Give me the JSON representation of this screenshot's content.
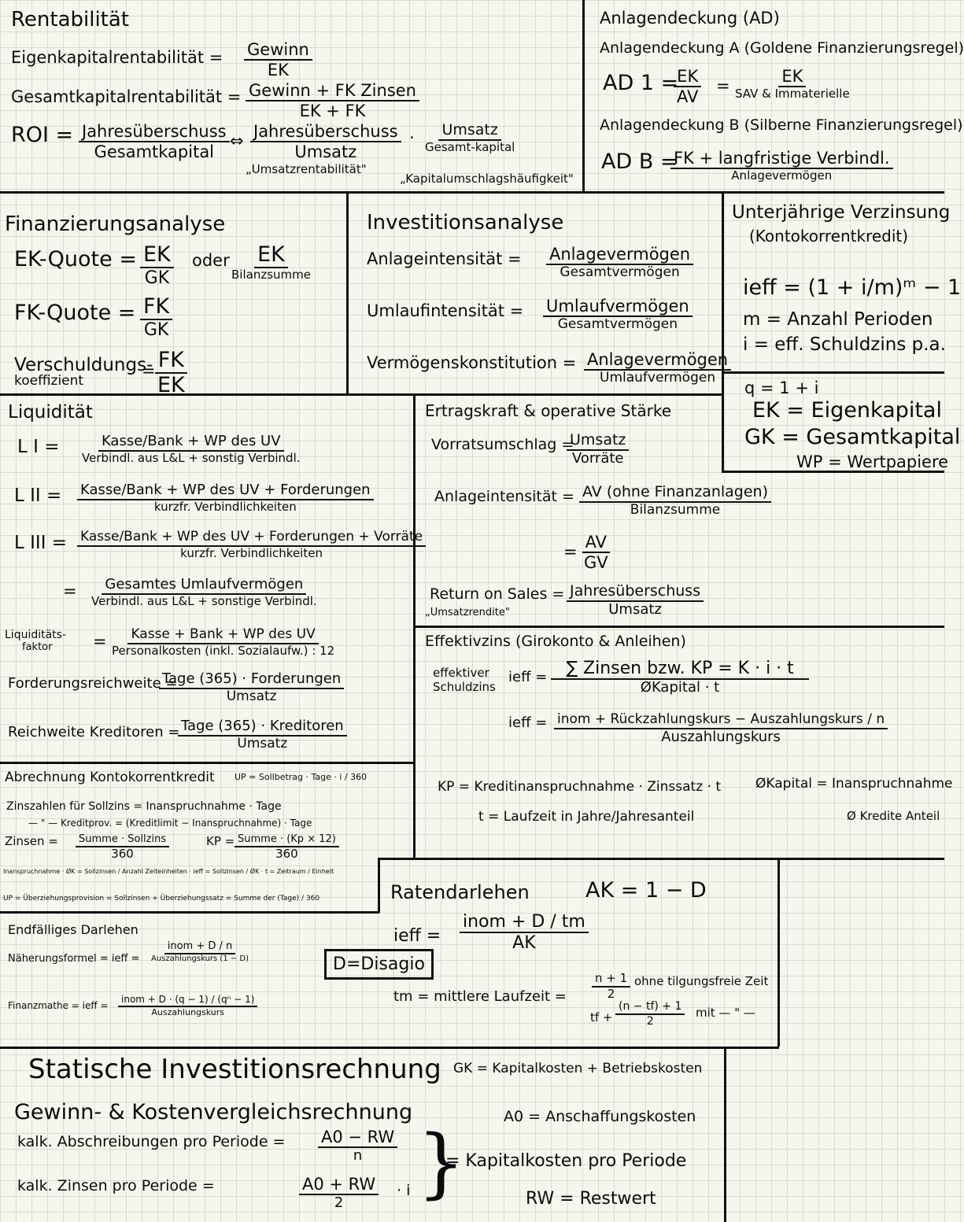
{
  "rentabilitaet": {
    "title": "Rentabilität",
    "ek_label": "Eigenkapitalrentabilität =",
    "ek_num": "Gewinn",
    "ek_den": "EK",
    "gk_label": "Gesamtkapitalrentabilität =",
    "gk_num": "Gewinn + FK Zinsen",
    "gk_den": "EK + FK",
    "roi_label": "ROI =",
    "roi_num": "Jahresüberschuss",
    "roi_den": "Gesamtkapital",
    "roi_equiv": "⇔",
    "roi_num2": "Jahresüberschuss",
    "roi_den2": "Umsatz",
    "roi_dot": "·",
    "roi_num3": "Umsatz",
    "roi_den3": "Gesamt-kapital",
    "umsatzrentabilitaet": "„Umsatzrentabilität\"",
    "kapitalumschlag": "„Kapitalumschlagshäufigkeit\""
  },
  "anlagendeckung": {
    "title": "Anlagendeckung (AD)",
    "a_label": "Anlagendeckung A (Goldene Finanzierungsregel)",
    "ad1_label": "AD 1 =",
    "ad1_num": "EK",
    "ad1_den": "AV",
    "ad1_eq": "=",
    "ad1_num2": "EK",
    "ad1_den2": "SAV & Immaterielle",
    "b_label": "Anlagendeckung B (Silberne Finanzierungsregel)",
    "adb_label": "AD B =",
    "adb_num": "FK + langfristige Verbindl.",
    "adb_den": "Anlagevermögen"
  },
  "finanzierung": {
    "title": "Finanzierungsanalyse",
    "ekq_label": "EK-Quote =",
    "ekq_num": "EK",
    "ekq_den": "GK",
    "ekq_oder": "oder",
    "ekq_num2": "EK",
    "ekq_den2": "Bilanzsumme",
    "fkq_label": "FK-Quote =",
    "fkq_num": "FK",
    "fkq_den": "GK",
    "vk_label": "Verschuldungs-",
    "vk_label2": "koeffizient",
    "vk_eq": "=",
    "vk_num": "FK",
    "vk_den": "EK"
  },
  "investition": {
    "title": "Investitionsanalyse",
    "ai_label": "Anlageintensität =",
    "ai_num": "Anlagevermögen",
    "ai_den": "Gesamtvermögen",
    "ui_label": "Umlaufintensität =",
    "ui_num": "Umlaufvermögen",
    "ui_den": "Gesamtvermögen",
    "vk_label": "Vermögenskonstitution =",
    "vk_num": "Anlagevermögen",
    "vk_den": "Umlaufvermögen"
  },
  "verzinsung": {
    "title": "Unterjährige Verzinsung",
    "subtitle": "(Kontokorrentkredit)",
    "formula": "ieff = (1 + i/m)ᵐ − 1",
    "m_def": "m = Anzahl Perioden",
    "i_def": "i = eff. Schuldzins p.a."
  },
  "abkuerzungen": {
    "q": "q = 1 + i",
    "ek": "EK = Eigenkapital",
    "gk": "GK = Gesamtkapital",
    "wp": "WP = Wertpapiere"
  },
  "liquiditaet": {
    "title": "Liquidität",
    "l1_label": "L I =",
    "l1_num": "Kasse/Bank + WP des UV",
    "l1_den": "Verbindl. aus L&L + sonstig Verbindl.",
    "l2_label": "L II =",
    "l2_num": "Kasse/Bank + WP des UV + Forderungen",
    "l2_den": "kurzfr. Verbindlichkeiten",
    "l3_label": "L III =",
    "l3_num": "Kasse/Bank + WP des UV + Forderungen + Vorräte",
    "l3_den": "kurzfr. Verbindlichkeiten",
    "l3b_label": "=",
    "l3b_num": "Gesamtes Umlaufvermögen",
    "l3b_den": "Verbindl. aus L&L + sonstige Verbindl.",
    "lf_label": "Liquiditäts-",
    "lf_label2": "faktor",
    "lf_eq": "=",
    "lf_num": "Kasse + Bank + WP des UV",
    "lf_den": "Personalkosten (inkl. Sozialaufw.) : 12",
    "fr_label": "Forderungsreichweite =",
    "fr_num": "Tage (365) · Forderungen",
    "fr_den": "Umsatz",
    "rk_label": "Reichweite Kreditoren =",
    "rk_num": "Tage (365) · Kreditoren",
    "rk_den": "Umsatz"
  },
  "ertragskraft": {
    "title": "Ertragskraft & operative Stärke",
    "vu_label": "Vorratsumschlag =",
    "vu_num": "Umsatz",
    "vu_den": "Vorräte",
    "ai_label": "Anlageintensität =",
    "ai_num": "AV (ohne Finanzanlagen)",
    "ai_den": "Bilanzsumme",
    "ai_eq": "=",
    "ai_num2": "AV",
    "ai_den2": "GV",
    "ros_label": "Return on Sales =",
    "ros_label2": "„Umsatzrendite\"",
    "ros_num": "Jahresüberschuss",
    "ros_den": "Umsatz"
  },
  "effektivzins": {
    "title": "Effektivzins (Girokonto & Anleihen)",
    "ez_label": "effektiver",
    "ez_label2": "Schuldzins",
    "ez_ieff": "ieff =",
    "ez_num": "∑ Zinsen bzw. KP = K · i · t",
    "ez_den": "ØKapital · t",
    "ieff2_label": "ieff =",
    "ieff2_num": "inom + Rückzahlungskurs − Auszahlungskurs / n",
    "ieff2_den": "Auszahlungskurs",
    "kp_def": "KP = Kreditinanspruchnahme · Zinssatz · t",
    "t_def": "t = Laufzeit in Jahre/Jahresanteil",
    "okap_def": "ØKapital = Inanspruchnahme",
    "okap_def2": "Ø Kredite Anteil"
  },
  "kontokorrent": {
    "title": "Abrechnung Kontokorrentkredit",
    "title_formula": "UP = Sollbetrag · Tage · i / 360",
    "zt_label": "Zinszahlen für Sollzins = Inanspruchnahme · Tage",
    "zt_label2": "— \" — Kreditprov. = (Kreditlimit − Inanspruchnahme) · Tage",
    "zinsen_label": "Zinsen =",
    "zinsen_num": "Summe · Sollzins",
    "zinsen_den": "360",
    "kp_label": "KP =",
    "kp_num": "Summe · (Kp × 12)",
    "kp_den": "360",
    "inanspr": "Inanspruchnahme · ØK = Sollzinsen / Anzahl Zeiteinheiten · ieff = Sollzinsen / ØK · t = Zeitraum / Einheit",
    "up": "UP = Überziehungsprovision = Sollzinsen + Überziehungssatz = Summe der (Tage) / 360"
  },
  "endfaellig": {
    "title": "Endfälliges Darlehen",
    "n_label": "Näherungsformel = ieff =",
    "n_num": "inom + D / n",
    "n_den": "Auszahlungskurs (1 − D)",
    "f_label": "Finanzmathe = ieff =",
    "f_num": "inom + D · (q − 1) / (qⁿ − 1)",
    "f_den": "Auszahlungskurs"
  },
  "disagio": "D=Disagio",
  "raten": {
    "title": "Ratendarlehen",
    "ak": "AK = 1 − D",
    "ieff_label": "ieff =",
    "ieff_num": "inom + D / tm",
    "ieff_den": "AK",
    "tm_label": "tm = mittlere Laufzeit =",
    "tm1_num": "n + 1",
    "tm1_den": "2",
    "tm1_text": "ohne tilgungsfreie Zeit",
    "tm2_tf": "tf +",
    "tm2_num": "(n − tf) + 1",
    "tm2_den": "2",
    "tm2_text": "mit — \" —"
  },
  "statisch": {
    "title": "Statische Investitionsrechnung",
    "gk_def": "GK = Kapitalkosten + Betriebskosten",
    "subtitle": "Gewinn- & Kostenvergleichsrechnung",
    "a0_def": "A0 = Anschaffungskosten",
    "abs_label": "kalk. Abschreibungen pro Periode =",
    "abs_num": "A0 − RW",
    "abs_den": "n",
    "zins_label": "kalk. Zinsen pro Periode =",
    "zins_num": "A0 + RW",
    "zins_den": "2",
    "zins_mult": "· i",
    "result": "= Kapitalkosten pro Periode",
    "rw_def": "RW = Restwert"
  }
}
